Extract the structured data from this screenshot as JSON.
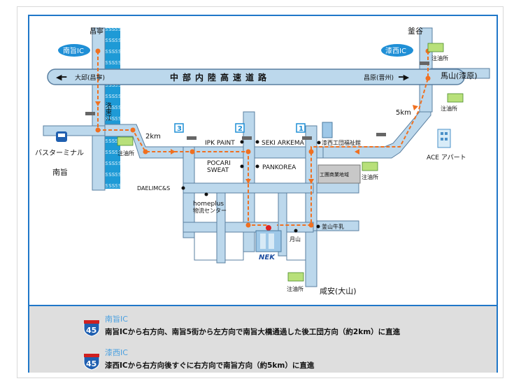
{
  "map": {
    "places": {
      "changnyeong": "昌寧",
      "busgok": "釜谷",
      "masan": "馬山(漆原)",
      "namji": "南旨",
      "haman": "咸安(大山)",
      "bus_terminal": "バスターミナル",
      "river": "洛東江"
    },
    "ic_labels": {
      "namji_ic": "南旨IC",
      "chilseo_ic": "漆西IC"
    },
    "expressway": {
      "name": "中部内陸高速道路",
      "left_dest": "大邱(昌寧)",
      "right_dest": "昌原(晋州)"
    },
    "distances": {
      "d2km": "2km",
      "d5km": "5km"
    },
    "landmarks": {
      "ipk_paint": "IPK PAINT",
      "seki": "SEKI ARKEMA",
      "pocari_line1": "POCARI",
      "pocari_line2": "SWEAT",
      "pankorea": "PANKOREA",
      "welfare": "漆西工団福祉館",
      "industrial": "工團商業地域",
      "daelim": "DAELIMC&S",
      "homeplus_line1": "homeplus",
      "homeplus_line2": "物流センター",
      "milk": "釜山牛乳",
      "wolsan": "月山",
      "ace": "ACE アパート",
      "nek": "NEK"
    },
    "gas_station": "注油所",
    "markers": [
      "3",
      "2",
      "1"
    ]
  },
  "legend": {
    "shield_number": "45",
    "items": [
      {
        "title": "南旨IC",
        "text": "南旨ICから右方向、南旨5街から左方向で南旨大橋通過した後工団方向（約2km）に直進"
      },
      {
        "title": "漆西IC",
        "text": "漆西ICから右方向後すぐに右方向で南旨方向（約5km）に直進"
      }
    ]
  },
  "colors": {
    "road": "#bcd8ec",
    "road_edge": "#5a7fa0",
    "route": "#f07020",
    "river": "#1e9ad6",
    "frame": "#1f77c8",
    "ic_badge": "#1f8fd6",
    "marker": "#1f8fd6"
  }
}
